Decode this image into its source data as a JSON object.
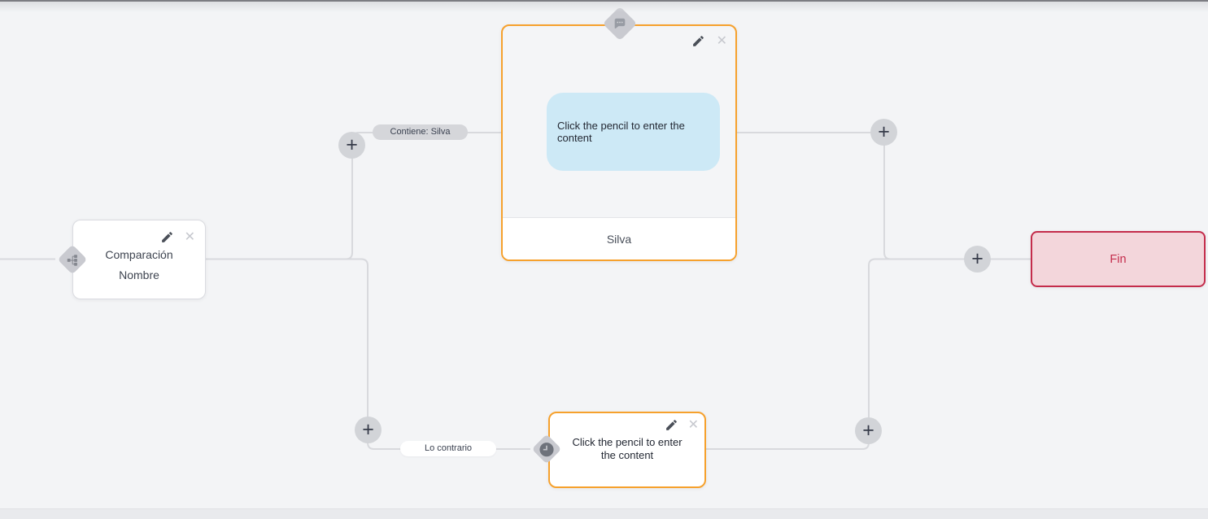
{
  "nodes": {
    "condition": {
      "title_line1": "Comparación",
      "title_line2": "Nombre"
    },
    "message": {
      "bubble_text": "Click the pencil to enter the content",
      "footer_label": "Silva"
    },
    "goto": {
      "text": "Click the pencil to enter the content"
    },
    "end": {
      "label": "Fin"
    }
  },
  "edge_labels": {
    "contains": "Contiene: Silva",
    "otherwise": "Lo contrario"
  },
  "icons": {
    "close": "✕",
    "plus": "+",
    "pencil": "pencil-icon",
    "chat": "chat-bubble-icon",
    "branch": "branch-icon",
    "clock": "clock-icon"
  },
  "colors": {
    "canvas_bg": "#f3f4f6",
    "accent_orange": "#f6a12d",
    "end_border": "#c42c4b",
    "end_bg": "#f3d6db",
    "bubble_blue": "#cde9f6",
    "wire": "#d8d9dd"
  }
}
